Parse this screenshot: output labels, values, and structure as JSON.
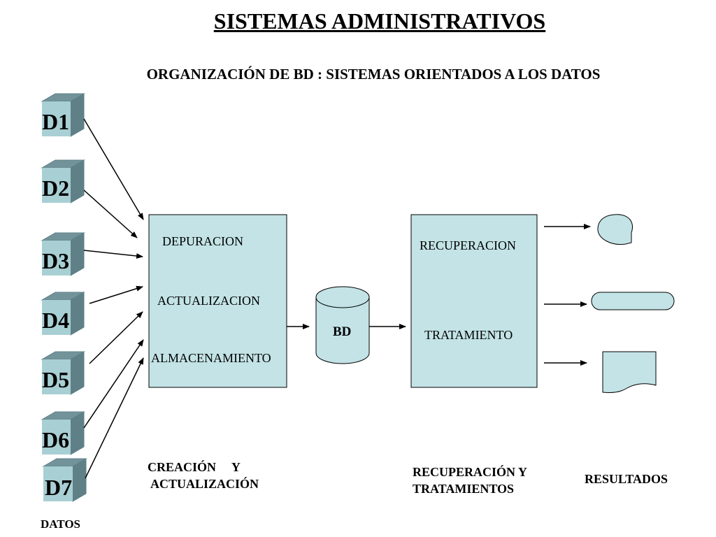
{
  "title": "SISTEMAS ADMINISTRATIVOS",
  "subtitle": "ORGANIZACIÓN DE BD : SISTEMAS ORIENTADOS A LOS DATOS",
  "data_sources": [
    "D1",
    "D2",
    "D3",
    "D4",
    "D5",
    "D6",
    "D7"
  ],
  "data_caption": "DATOS",
  "creation_box": {
    "items": [
      "DEPURACION",
      "ACTUALIZACION",
      "ALMACENAMIENTO"
    ],
    "caption_line1": "CREACIÓN     Y",
    "caption_line2": "ACTUALIZACIÓN"
  },
  "database": {
    "label": "BD"
  },
  "retrieval_box": {
    "items": [
      "RECUPERACION",
      "TRATAMIENTO"
    ],
    "caption_line1": "RECUPERACIÓN Y",
    "caption_line2": "TRATAMIENTOS"
  },
  "results_caption": "RESULTADOS",
  "colors": {
    "box_fill": "#c3e3e6",
    "cube_front": "#a8cfd3",
    "cube_top": "#73939a",
    "cube_side": "#5f8087",
    "stroke": "#000000"
  }
}
